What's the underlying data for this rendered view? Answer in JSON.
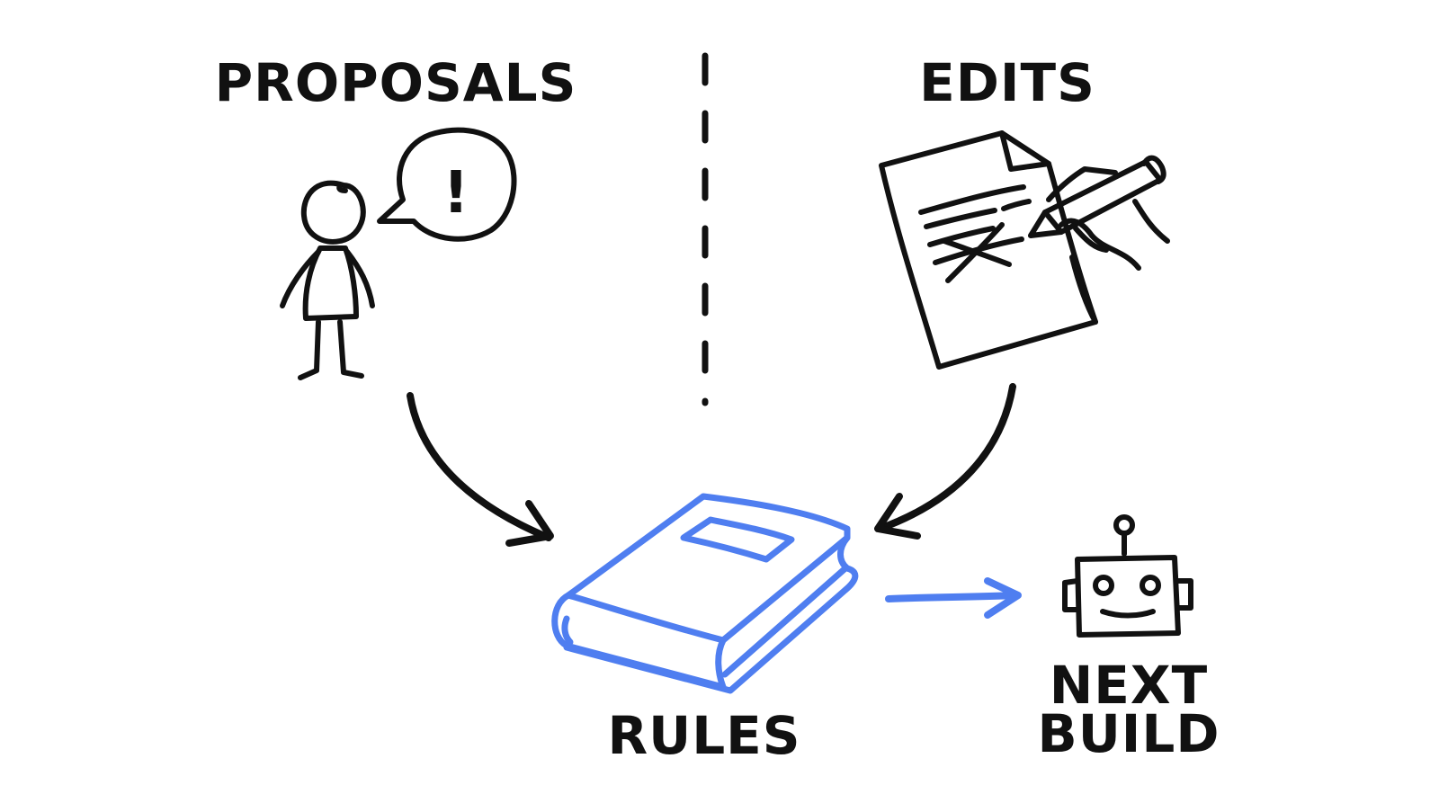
{
  "labels": {
    "proposals": "PROPOSALS",
    "edits": "EDITS",
    "rules": "RULES",
    "next_line1": "NEXT",
    "next_line2": "BUILD"
  },
  "bubble": {
    "mark": "!"
  },
  "colors": {
    "ink": "#111111",
    "accent": "#4f7ef0",
    "background": "#ffffff"
  },
  "icons": {
    "person": "stick-figure-icon",
    "speech": "speech-bubble-icon",
    "document": "document-with-pen-icon",
    "rulebook": "book-icon",
    "robot": "robot-icon"
  }
}
